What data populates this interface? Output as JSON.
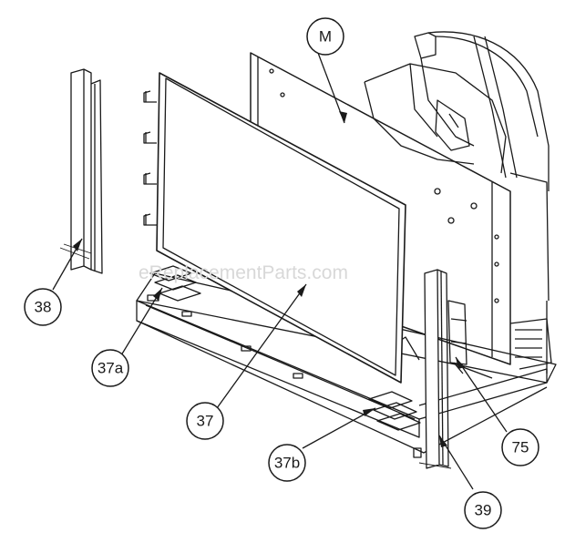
{
  "diagram": {
    "callouts": {
      "m": "M",
      "c38": "38",
      "c37a": "37a",
      "c37": "37",
      "c37b": "37b",
      "c75": "75",
      "c39": "39"
    },
    "watermark": "eReplacementParts.com"
  }
}
